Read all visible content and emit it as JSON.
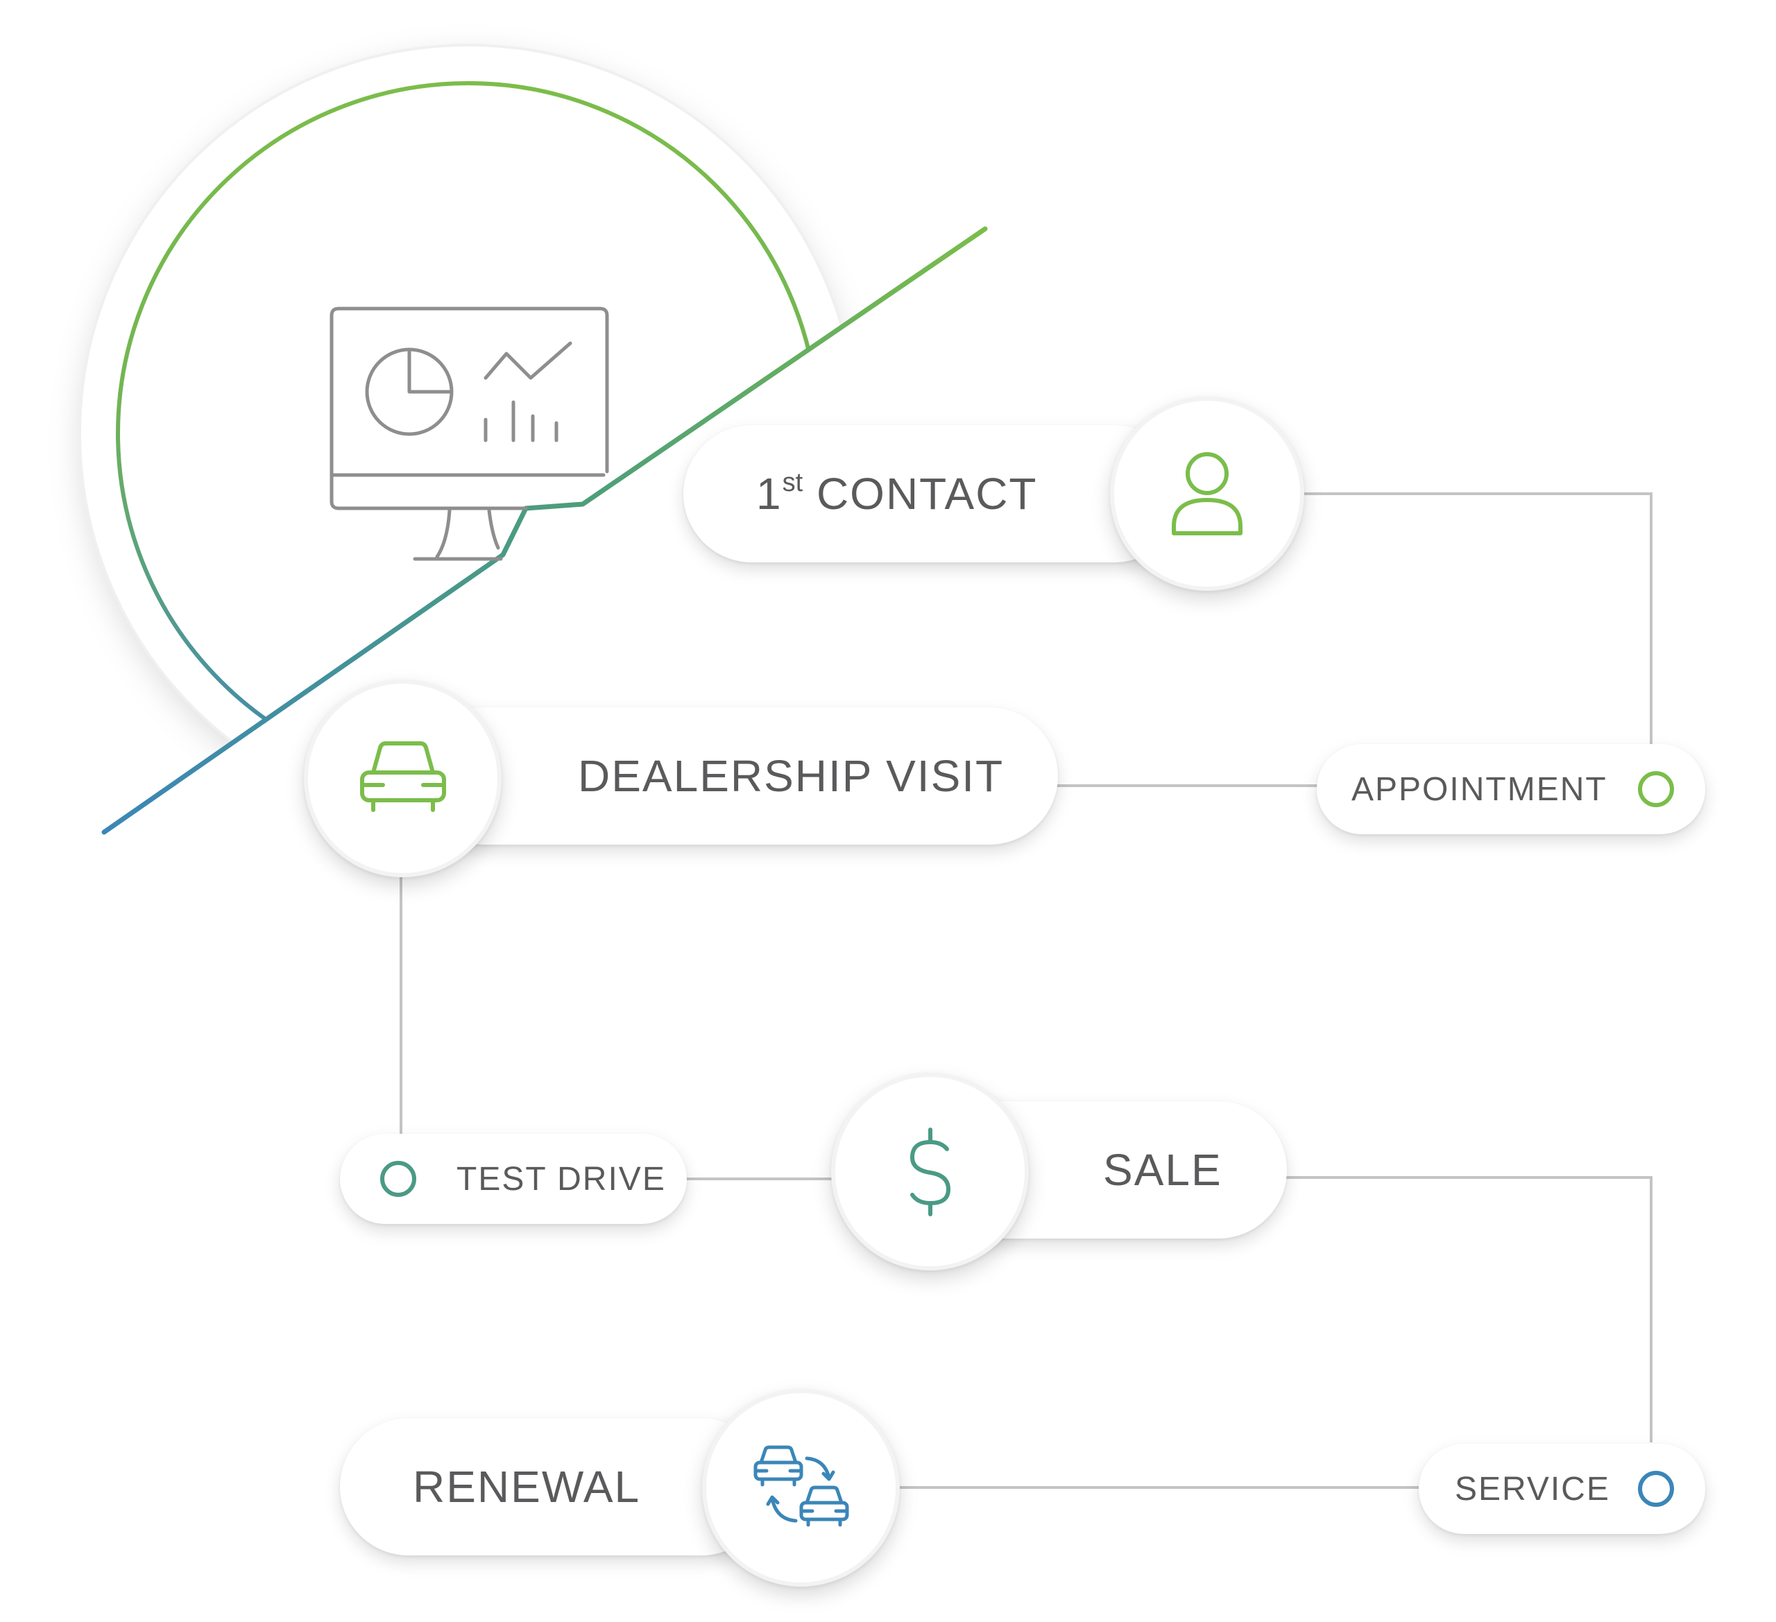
{
  "colors": {
    "green": "#7bbd4a",
    "teal": "#4a9a85",
    "blue": "#3b86b8",
    "line_gray": "#c4c4c4",
    "text": "#5a5a5c",
    "monitor": "#8e8e8e"
  },
  "hero": {
    "icon": "monitor-dashboard-icon"
  },
  "stages": [
    {
      "id": "first_contact",
      "label_main": "1",
      "label_sup": "st",
      "label_rest": " CONTACT",
      "icon": "person-icon"
    },
    {
      "id": "dealership_visit",
      "label": "DEALERSHIP VISIT",
      "icon": "car-icon"
    },
    {
      "id": "sale",
      "label": "SALE",
      "icon": "dollar-icon"
    },
    {
      "id": "renewal",
      "label": "RENEWAL",
      "icon": "car-swap-icon"
    }
  ],
  "milestones": [
    {
      "id": "appointment",
      "label": "APPOINTMENT",
      "icon": "ring-icon"
    },
    {
      "id": "test_drive",
      "label": "TEST DRIVE",
      "icon": "ring-icon"
    },
    {
      "id": "service",
      "label": "SERVICE",
      "icon": "ring-icon"
    }
  ]
}
